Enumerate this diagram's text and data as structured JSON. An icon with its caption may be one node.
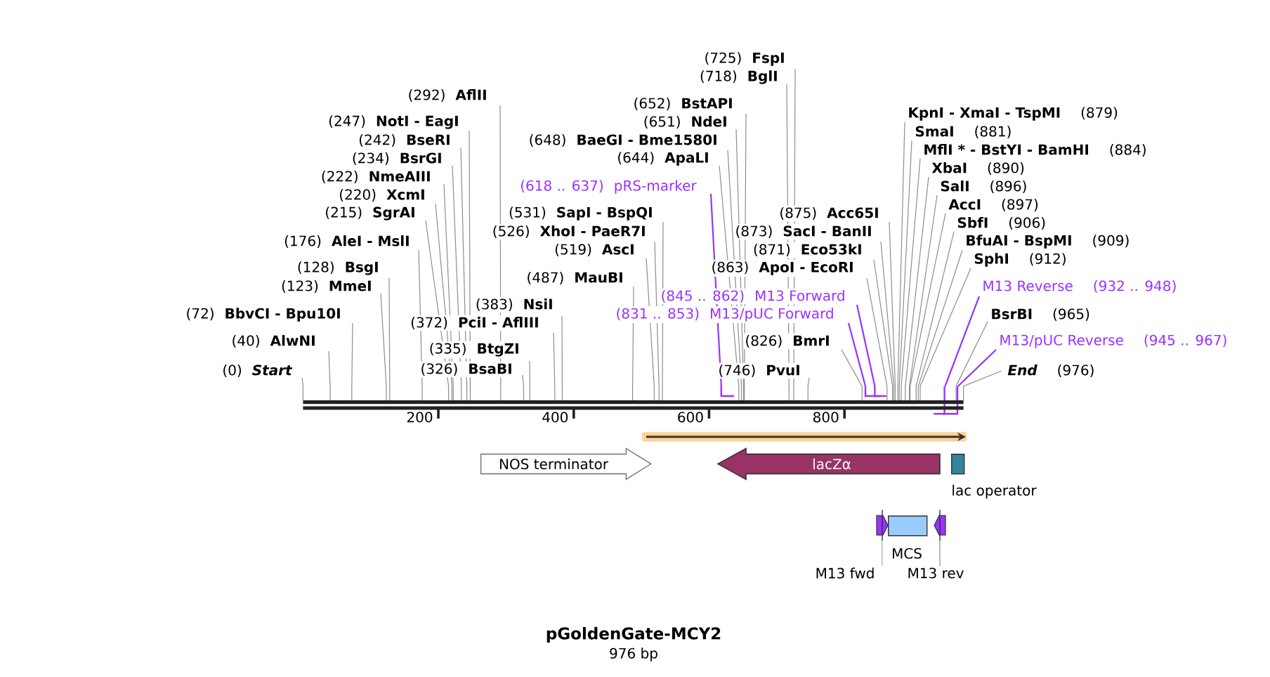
{
  "diagram": {
    "title": "pGoldenGate-MCY2",
    "nodes": [
      {
        "text": [
          "(0)",
          "Start"
        ]
      },
      {
        "text": [
          "(40)",
          "AlwNI"
        ]
      },
      {
        "text": [
          "(72)",
          "BbvCI - Bpu10I"
        ]
      },
      {
        "text": [
          "(123)",
          "MmeI"
        ]
      },
      {
        "text": [
          "(128)",
          "BsgI"
        ]
      },
      {
        "text": [
          "(176)",
          "AleI - MslI"
        ]
      },
      {
        "text": [
          "(215)",
          "SgrAI"
        ]
      },
      {
        "text": [
          "(220)",
          "XcmI"
        ]
      },
      {
        "text": [
          "(222)",
          "NmeAIII"
        ]
      },
      {
        "text": [
          "(234)",
          "BsrGI"
        ]
      },
      {
        "text": [
          "(242)",
          "BseRI"
        ]
      },
      {
        "text": [
          "(247)",
          "NotI - EagI"
        ]
      },
      {
        "text": [
          "(292)",
          "AflII"
        ]
      },
      {
        "text": [
          "(326)",
          "BsaBI"
        ]
      },
      {
        "text": [
          "(335)",
          "BtgZI"
        ]
      },
      {
        "text": [
          "(372)",
          "PciI - AflIII"
        ]
      },
      {
        "text": [
          "(383)",
          "NsiI"
        ]
      },
      {
        "text": [
          "(487)",
          "MauBI"
        ]
      },
      {
        "text": [
          "(519)",
          "AscI"
        ]
      },
      {
        "text": [
          "(526)",
          "XhoI - PaeR7I"
        ]
      },
      {
        "text": [
          "(531)",
          "SapI - BspQI"
        ]
      },
      {
        "text": [
          "(618 .. 637)",
          "pRS-marker"
        ]
      },
      {
        "text": [
          "(644)",
          "ApaLI"
        ]
      },
      {
        "text": [
          "(648)",
          "BaeGI - Bme1580I"
        ]
      },
      {
        "text": [
          "(651)",
          "NdeI"
        ]
      },
      {
        "text": [
          "(652)",
          "BstAPI"
        ]
      },
      {
        "text": [
          "(718)",
          "BglI"
        ]
      },
      {
        "text": [
          "(725)",
          "FspI"
        ]
      },
      {
        "text": [
          "(746)",
          "PvuI"
        ]
      },
      {
        "text": [
          "(826)",
          "BmrI"
        ]
      },
      {
        "text": [
          "(831 .. 853)",
          "M13/pUC Forward"
        ]
      },
      {
        "text": [
          "(845 .. 862)",
          "M13 Forward"
        ]
      },
      {
        "text": [
          "(863)",
          "ApoI - EcoRI"
        ]
      },
      {
        "text": [
          "(871)",
          "Eco53kI"
        ]
      },
      {
        "text": [
          "(873)",
          "SacI - BanII"
        ]
      },
      {
        "text": [
          "(875)",
          "Acc65I"
        ]
      },
      {
        "text": [
          "KpnI - XmaI - TspMI",
          "(879)"
        ]
      },
      {
        "text": [
          "SmaI",
          "(881)"
        ]
      },
      {
        "text": [
          "MflI * - BstYI - BamHI",
          "(884)"
        ]
      },
      {
        "text": [
          "XbaI",
          "(890)"
        ]
      },
      {
        "text": [
          "SalI",
          "(896)"
        ]
      },
      {
        "text": [
          "AccI",
          "(897)"
        ]
      },
      {
        "text": [
          "SbfI",
          "(906)"
        ]
      },
      {
        "text": [
          "BfuAI - BspMI",
          "(909)"
        ]
      },
      {
        "text": [
          "SphI",
          "(912)"
        ]
      },
      {
        "text": [
          "M13 Reverse",
          "(932 .. 948)"
        ]
      },
      {
        "text": [
          "BsrBI",
          "(965)"
        ]
      },
      {
        "text": [
          "M13/pUC Reverse",
          "(945 .. 967)"
        ]
      },
      {
        "text": [
          "End",
          "(976)"
        ]
      },
      {
        "text": [],
        "shape": "bar"
      },
      {
        "text": [],
        "shape": "bracket"
      },
      {
        "text": [],
        "shape": "bracket"
      },
      {
        "text": [],
        "shape": "bracket"
      },
      {
        "text": [],
        "shape": "bracket"
      },
      {
        "text": [],
        "shape": "bracket"
      },
      {
        "text": [],
        "shape": "bar"
      },
      {
        "text": [
          "NOS terminator"
        ]
      },
      {
        "text": [
          "lacZα"
        ]
      },
      {
        "text": [],
        "shape": "box",
        "beside": [
          "lac operator"
        ]
      },
      {
        "text": [],
        "shape": "pentagon"
      },
      {
        "text": [],
        "shape": "box",
        "beside": [
          "MCS"
        ]
      },
      {
        "text": [],
        "shape": "pentagon"
      },
      {
        "text": [
          "M13 fwd"
        ]
      },
      {
        "text": [
          "M13 rev"
        ]
      }
    ],
    "edges": [
      {
        "from": 0,
        "to": 49,
        "arrow": "none"
      },
      {
        "from": 1,
        "to": 49,
        "arrow": "none"
      },
      {
        "from": 2,
        "to": 49,
        "arrow": "none"
      },
      {
        "from": 3,
        "to": 49,
        "arrow": "none"
      },
      {
        "from": 4,
        "to": 49,
        "arrow": "none"
      },
      {
        "from": 5,
        "to": 49,
        "arrow": "none"
      },
      {
        "from": 6,
        "to": 49,
        "arrow": "none"
      },
      {
        "from": 7,
        "to": 49,
        "arrow": "none"
      },
      {
        "from": 8,
        "to": 49,
        "arrow": "none"
      },
      {
        "from": 9,
        "to": 49,
        "arrow": "none"
      },
      {
        "from": 10,
        "to": 49,
        "arrow": "none"
      },
      {
        "from": 11,
        "to": 49,
        "arrow": "none"
      },
      {
        "from": 12,
        "to": 49,
        "arrow": "none"
      },
      {
        "from": 13,
        "to": 49,
        "arrow": "none"
      },
      {
        "from": 14,
        "to": 49,
        "arrow": "none"
      },
      {
        "from": 15,
        "to": 49,
        "arrow": "none"
      },
      {
        "from": 16,
        "to": 49,
        "arrow": "none"
      },
      {
        "from": 17,
        "to": 49,
        "arrow": "none"
      },
      {
        "from": 18,
        "to": 49,
        "arrow": "none"
      },
      {
        "from": 19,
        "to": 49,
        "arrow": "none"
      },
      {
        "from": 20,
        "to": 49,
        "arrow": "none"
      },
      {
        "from": 21,
        "to": 50,
        "arrow": "none",
        "color": "#9933ff"
      },
      {
        "from": 22,
        "to": 49,
        "arrow": "none"
      },
      {
        "from": 23,
        "to": 49,
        "arrow": "none"
      },
      {
        "from": 24,
        "to": 49,
        "arrow": "none"
      },
      {
        "from": 25,
        "to": 49,
        "arrow": "none"
      },
      {
        "from": 26,
        "to": 49,
        "arrow": "none"
      },
      {
        "from": 27,
        "to": 49,
        "arrow": "none"
      },
      {
        "from": 28,
        "to": 49,
        "arrow": "none"
      },
      {
        "from": 29,
        "to": 49,
        "arrow": "none"
      },
      {
        "from": 30,
        "to": 51,
        "arrow": "none",
        "color": "#9933ff"
      },
      {
        "from": 31,
        "to": 52,
        "arrow": "none",
        "color": "#9933ff"
      },
      {
        "from": 32,
        "to": 49,
        "arrow": "none"
      },
      {
        "from": 33,
        "to": 49,
        "arrow": "none"
      },
      {
        "from": 34,
        "to": 49,
        "arrow": "none"
      },
      {
        "from": 35,
        "to": 49,
        "arrow": "none"
      },
      {
        "from": 36,
        "to": 49,
        "arrow": "none"
      },
      {
        "from": 37,
        "to": 49,
        "arrow": "none"
      },
      {
        "from": 38,
        "to": 49,
        "arrow": "none"
      },
      {
        "from": 39,
        "to": 49,
        "arrow": "none"
      },
      {
        "from": 40,
        "to": 49,
        "arrow": "none"
      },
      {
        "from": 41,
        "to": 49,
        "arrow": "none"
      },
      {
        "from": 42,
        "to": 49,
        "arrow": "none"
      },
      {
        "from": 43,
        "to": 49,
        "arrow": "none"
      },
      {
        "from": 44,
        "to": 49,
        "arrow": "none"
      },
      {
        "from": 45,
        "to": 53,
        "arrow": "none",
        "color": "#9933ff"
      },
      {
        "from": 46,
        "to": 49,
        "arrow": "none"
      },
      {
        "from": 47,
        "to": 54,
        "arrow": "none",
        "color": "#9933ff"
      },
      {
        "from": 48,
        "to": 49,
        "arrow": "none"
      },
      {
        "from": 62,
        "to": 59,
        "arrow": "none"
      },
      {
        "from": 63,
        "to": 61,
        "arrow": "none"
      }
    ],
    "labels": [
      "200",
      "400",
      "600",
      "800",
      "976 bp"
    ]
  }
}
